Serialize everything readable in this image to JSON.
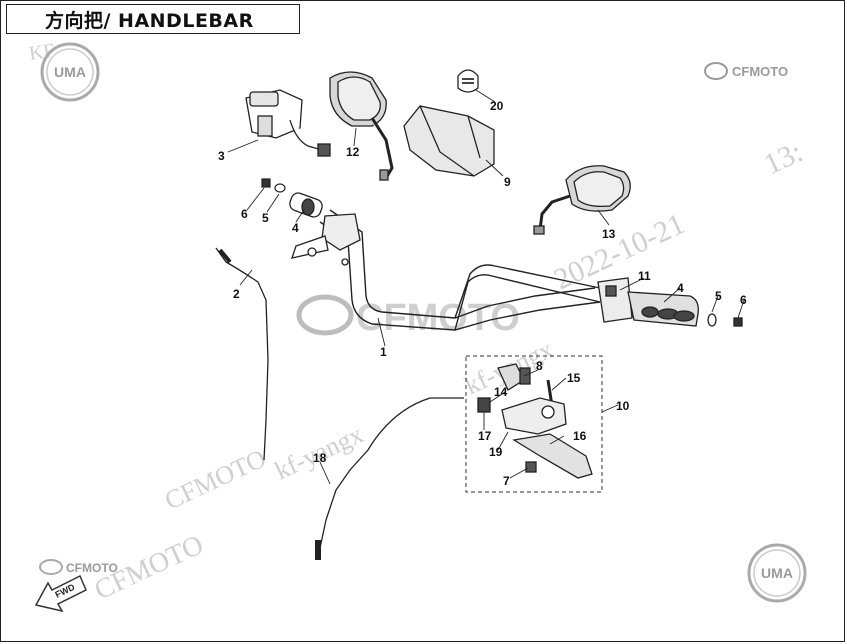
{
  "title": "方向把/ HANDLEBAR",
  "brand_logo_top_left": "UMA",
  "brand_logo_bottom_right": "UMA",
  "brand_top_right": "CFMOTO",
  "brand_center": "CFMOTO",
  "brand_bottom_left": "CFMOTO",
  "fwd_label": "FWD",
  "watermark_date": "2022-10-21",
  "watermark_time": "13:",
  "watermark_user": "kf-yangx",
  "watermark_brand": "CFMOTO",
  "callouts": {
    "c1": "1",
    "c2": "2",
    "c3": "3",
    "c4a": "4",
    "c4b": "4",
    "c5a": "5",
    "c5b": "5",
    "c6a": "6",
    "c6b": "6",
    "c7": "7",
    "c8": "8",
    "c9": "9",
    "c10": "10",
    "c11": "11",
    "c12": "12",
    "c13": "13",
    "c14": "14",
    "c15": "15",
    "c16": "16",
    "c17": "17",
    "c18": "18",
    "c19": "19",
    "c20": "20"
  }
}
